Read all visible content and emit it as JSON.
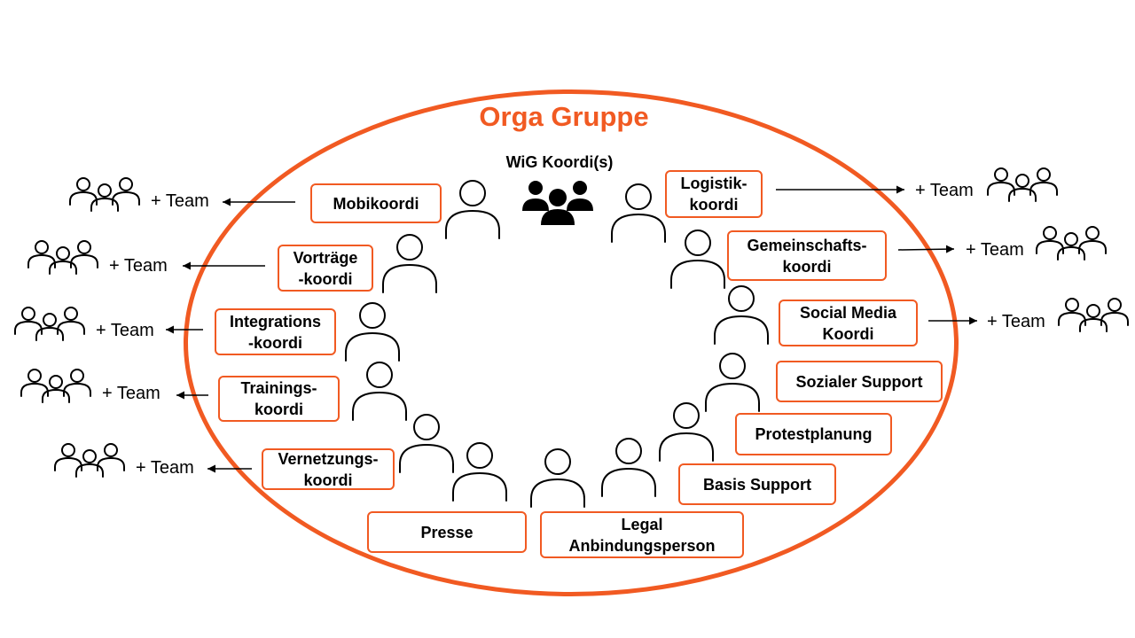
{
  "diagram": {
    "title": "Orga Gruppe",
    "center_group": {
      "label": "WiG Koordi(s)",
      "icon": "people-group-icon"
    },
    "team_label": "+ Team",
    "accent_color": "#f15a22",
    "roles": [
      {
        "id": "mobikoordi",
        "label": "Mobikoordi",
        "has_team": true
      },
      {
        "id": "vortraege",
        "label": "Vorträge\n-koordi",
        "has_team": true
      },
      {
        "id": "integration",
        "label": "Integrations\n-koordi",
        "has_team": true
      },
      {
        "id": "trainings",
        "label": "Trainings-\nkoordi",
        "has_team": true
      },
      {
        "id": "vernetzung",
        "label": "Vernetzungs-\nkoordi",
        "has_team": true
      },
      {
        "id": "presse",
        "label": "Presse",
        "has_team": false
      },
      {
        "id": "legal",
        "label": "Legal\nAnbindungsperson",
        "has_team": false
      },
      {
        "id": "basis",
        "label": "Basis Support",
        "has_team": false
      },
      {
        "id": "protest",
        "label": "Protestplanung",
        "has_team": false
      },
      {
        "id": "sozial",
        "label": "Sozialer Support",
        "has_team": false
      },
      {
        "id": "socialmedia",
        "label": "Social Media\nKoordi",
        "has_team": true
      },
      {
        "id": "gemeinschaft",
        "label": "Gemeinschafts-\nkoordi",
        "has_team": true
      },
      {
        "id": "logistik",
        "label": "Logistik-\nkoordi",
        "has_team": true
      }
    ]
  }
}
